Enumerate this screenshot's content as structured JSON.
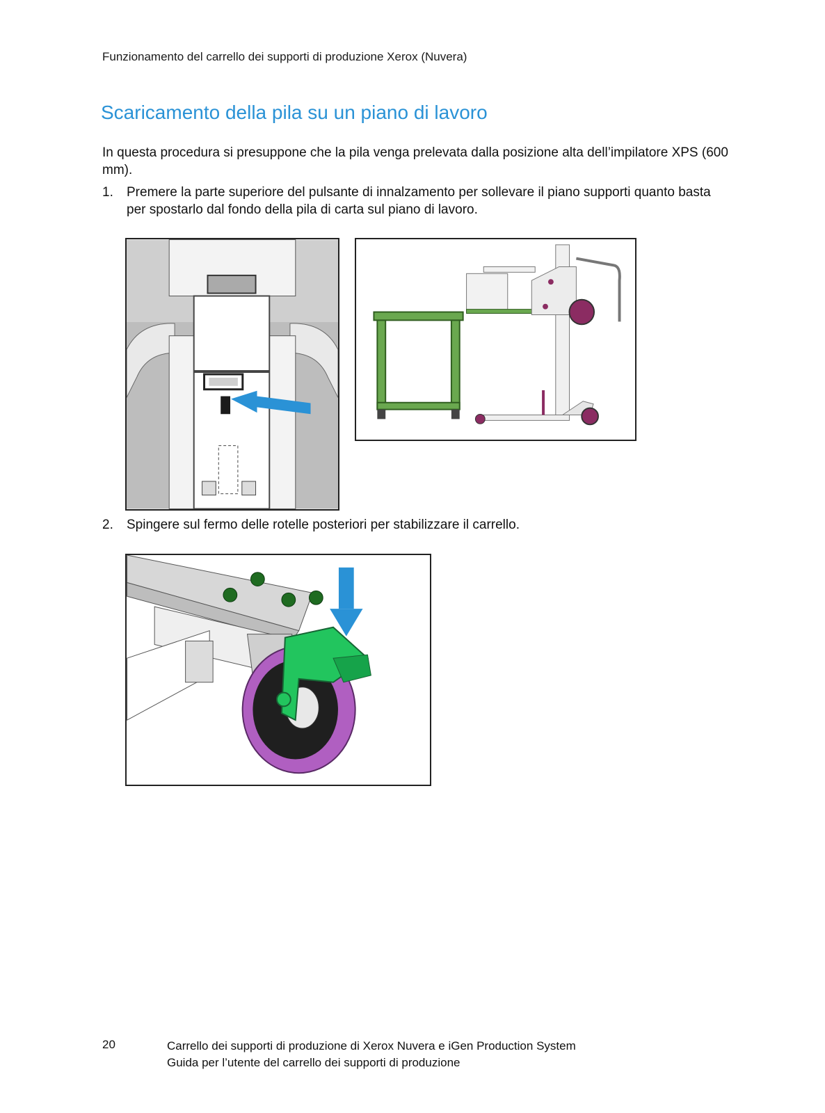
{
  "header": {
    "running_title": "Funzionamento del carrello dei supporti di produzione Xerox (Nuvera)"
  },
  "section": {
    "title": "Scaricamento della pila su un piano di lavoro",
    "intro": "In questa procedura si presuppone che la pila venga prelevata dalla posizione alta dell’impilatore XPS (600 mm).",
    "steps": [
      {
        "number": "1.",
        "text": "Premere la parte superiore del pulsante di innalzamento per sollevare il piano supporti quanto basta per spostarlo dal fondo della pila di carta sul piano di lavoro."
      },
      {
        "number": "2.",
        "text": "Spingere sul fermo delle rotelle posteriori per stabilizzare il carrello."
      }
    ]
  },
  "colors": {
    "title": "#2a92d6",
    "arrow": "#2a92d6",
    "table_green": "#6aa84f",
    "caster_green": "#22c55e",
    "wheel_purple": "#b05fc1"
  },
  "footer": {
    "page_number": "20",
    "line1": "Carrello dei supporti di produzione di Xerox Nuvera e iGen Production System",
    "line2": "Guida per l’utente del carrello dei supporti di produzione"
  }
}
